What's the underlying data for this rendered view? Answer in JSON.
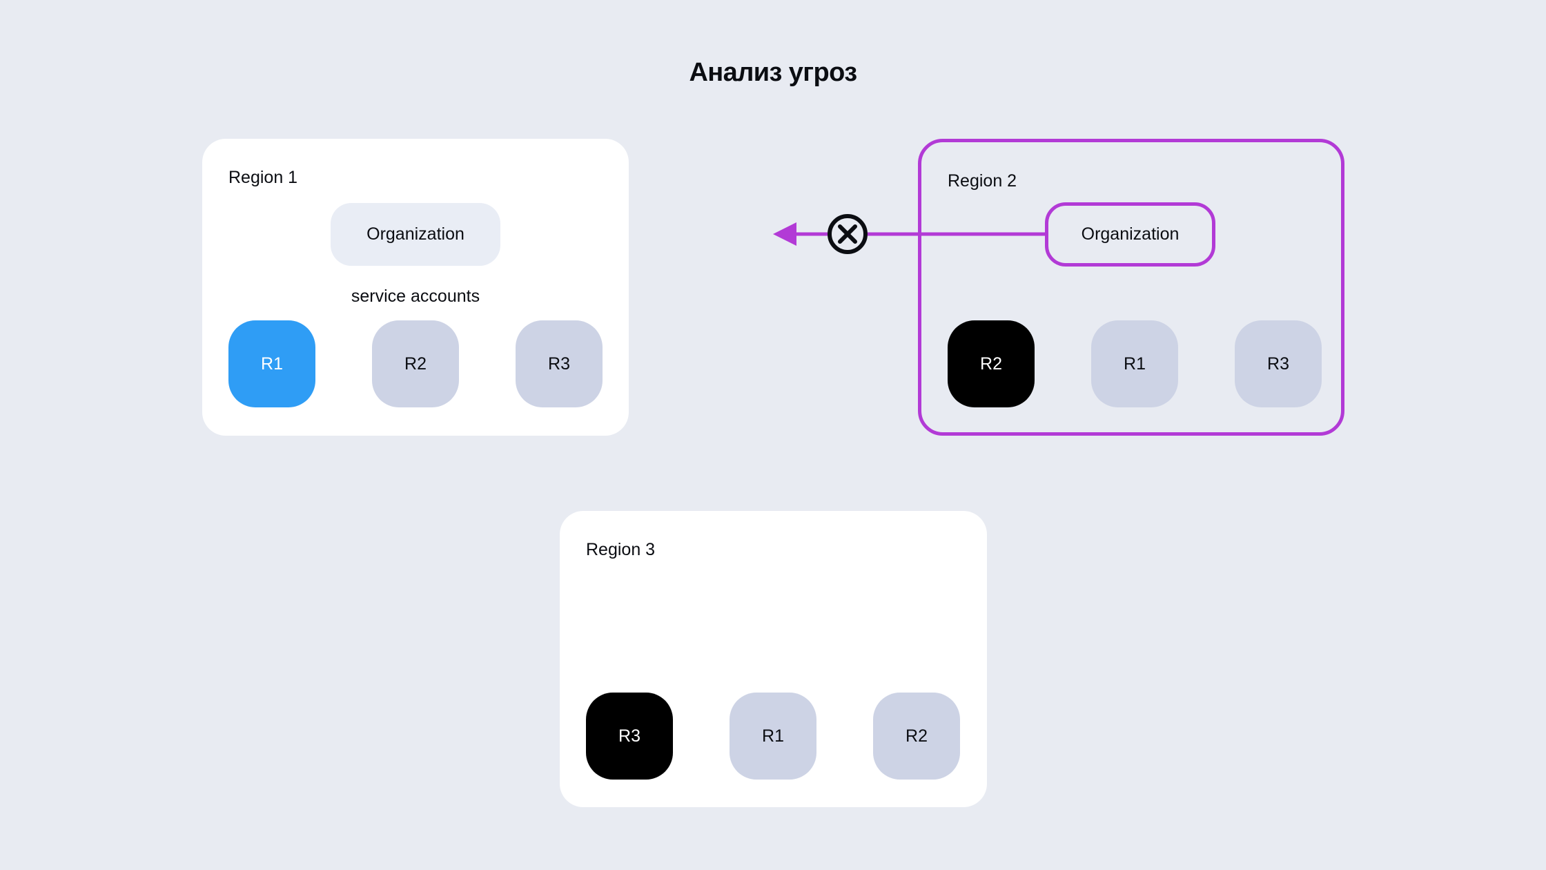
{
  "title": "Анализ угроз",
  "colors": {
    "background": "#e8ebf2",
    "card": "#ffffff",
    "accent_purple": "#b23ad6",
    "account_gray": "#cdd3e5",
    "account_blue": "#2f9df5",
    "account_black": "#000000",
    "pill_fill": "#e9edf5",
    "text": "#0b0d12"
  },
  "regions": [
    {
      "name": "Region 1",
      "style": "card",
      "organization": {
        "label": "Organization",
        "style": "filled"
      },
      "service_accounts_label": "service accounts",
      "accounts": [
        {
          "label": "R1",
          "variant": "blue"
        },
        {
          "label": "R2",
          "variant": "gray"
        },
        {
          "label": "R3",
          "variant": "gray"
        }
      ]
    },
    {
      "name": "Region 2",
      "style": "outlined",
      "organization": {
        "label": "Organization",
        "style": "outlined"
      },
      "accounts": [
        {
          "label": "R2",
          "variant": "black"
        },
        {
          "label": "R1",
          "variant": "gray"
        },
        {
          "label": "R3",
          "variant": "gray"
        }
      ]
    },
    {
      "name": "Region 3",
      "style": "card",
      "accounts": [
        {
          "label": "R3",
          "variant": "black"
        },
        {
          "label": "R1",
          "variant": "gray"
        },
        {
          "label": "R2",
          "variant": "gray"
        }
      ]
    }
  ],
  "arrow": {
    "icon": "cross-circle",
    "direction": "left",
    "from": "Region 2 Organization"
  }
}
